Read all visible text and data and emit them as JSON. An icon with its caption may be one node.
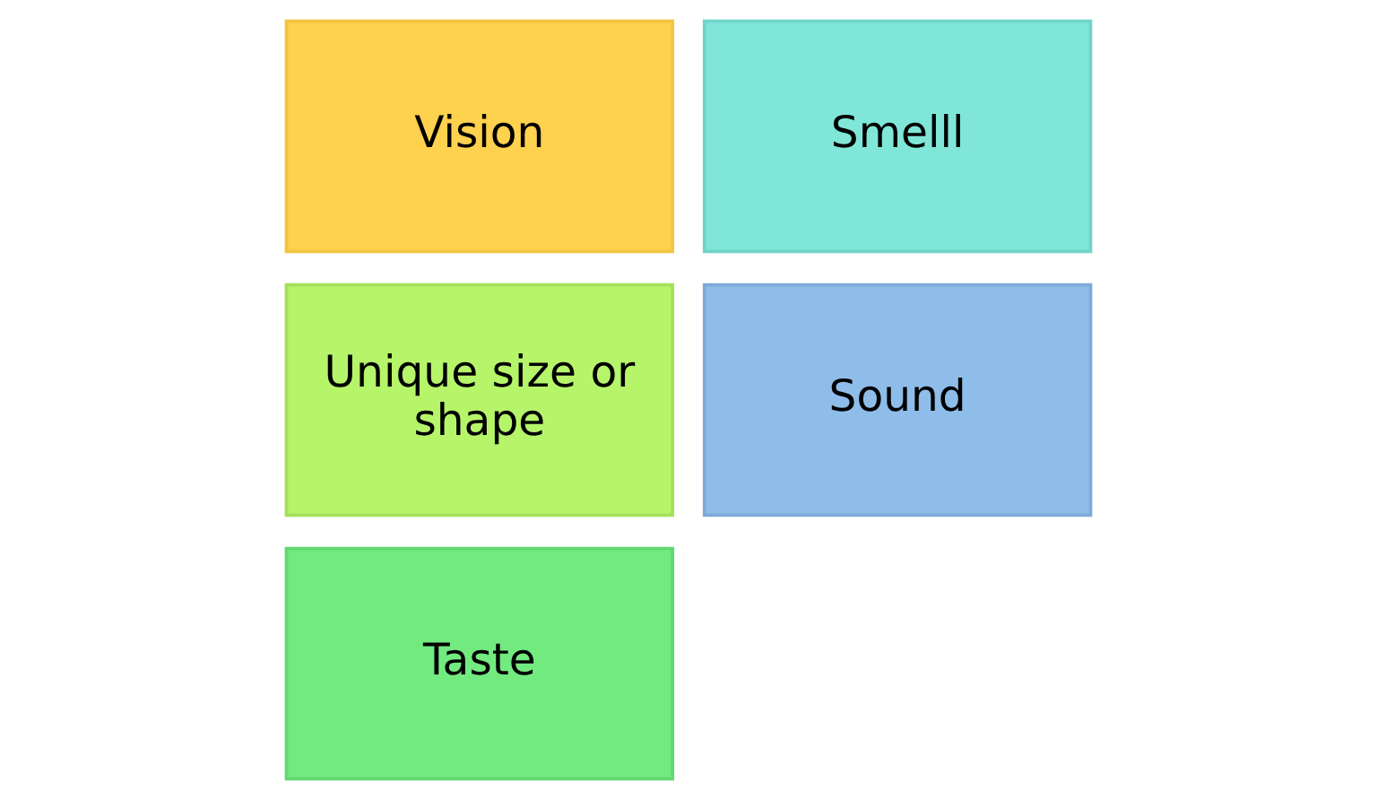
{
  "diagram": {
    "nodes": [
      {
        "text": [
          "Vision"
        ]
      },
      {
        "text": [
          "Unique size or shape"
        ]
      },
      {
        "text": [
          "Taste"
        ]
      },
      {
        "text": [
          "Smelll"
        ]
      },
      {
        "text": [
          "Sound"
        ]
      }
    ]
  }
}
